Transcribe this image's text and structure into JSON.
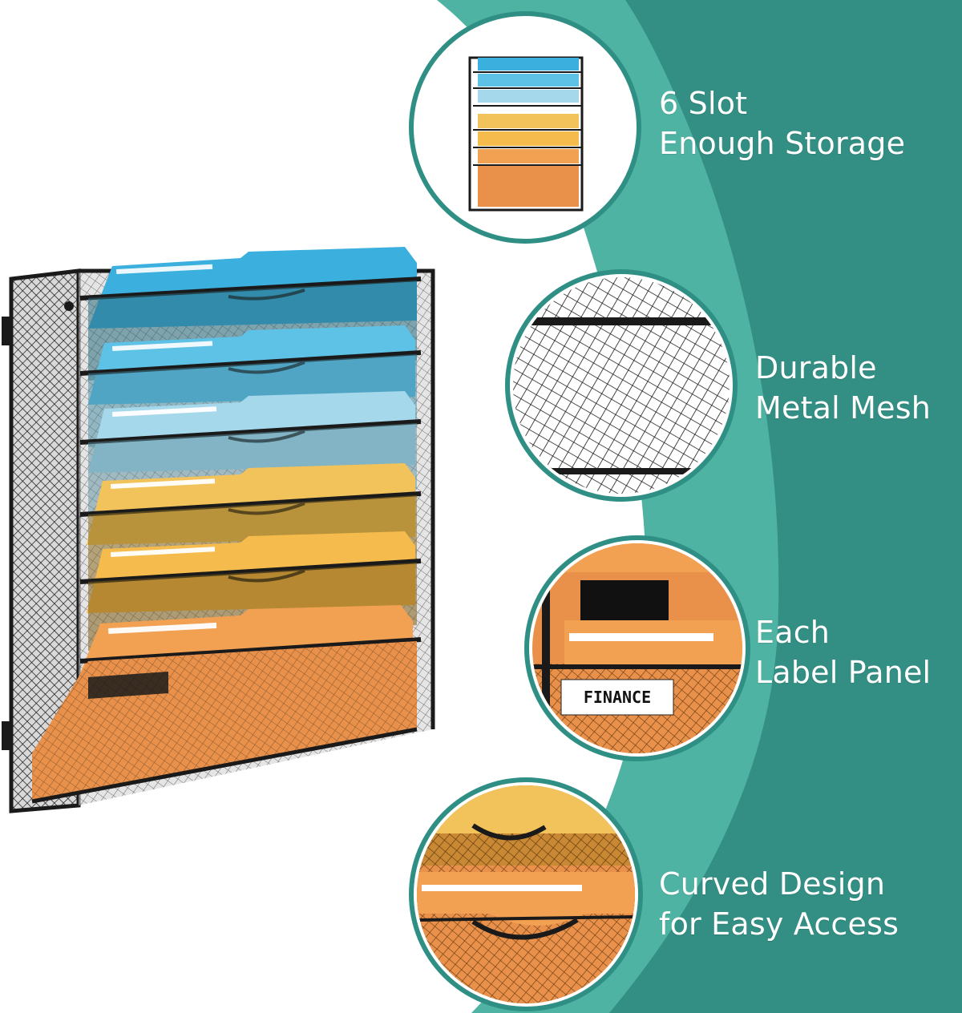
{
  "features": [
    {
      "id": "slots",
      "lines": [
        "6 Slot",
        "Enough Storage"
      ],
      "icon": "organizer-thumbnail"
    },
    {
      "id": "mesh",
      "lines": [
        "Durable",
        "Metal Mesh"
      ],
      "icon": "mesh-closeup"
    },
    {
      "id": "label",
      "lines": [
        "Each",
        "Label Panel"
      ],
      "icon": "label-closeup",
      "label_text": "FINANCE"
    },
    {
      "id": "curve",
      "lines": [
        "Curved Design",
        "for Easy Access"
      ],
      "icon": "curve-closeup"
    }
  ],
  "colors": {
    "teal_dark": "#338f83",
    "teal_light": "#4fb3a3",
    "frame": "#1a1a1a",
    "folder_blue": "#3bb0de",
    "folder_blue_2": "#5ec1e6",
    "folder_blue_light": "#a6d8ec",
    "folder_yellow": "#f2c35a",
    "folder_yellow_2": "#f5bb4c",
    "folder_orange": "#f2a052"
  }
}
